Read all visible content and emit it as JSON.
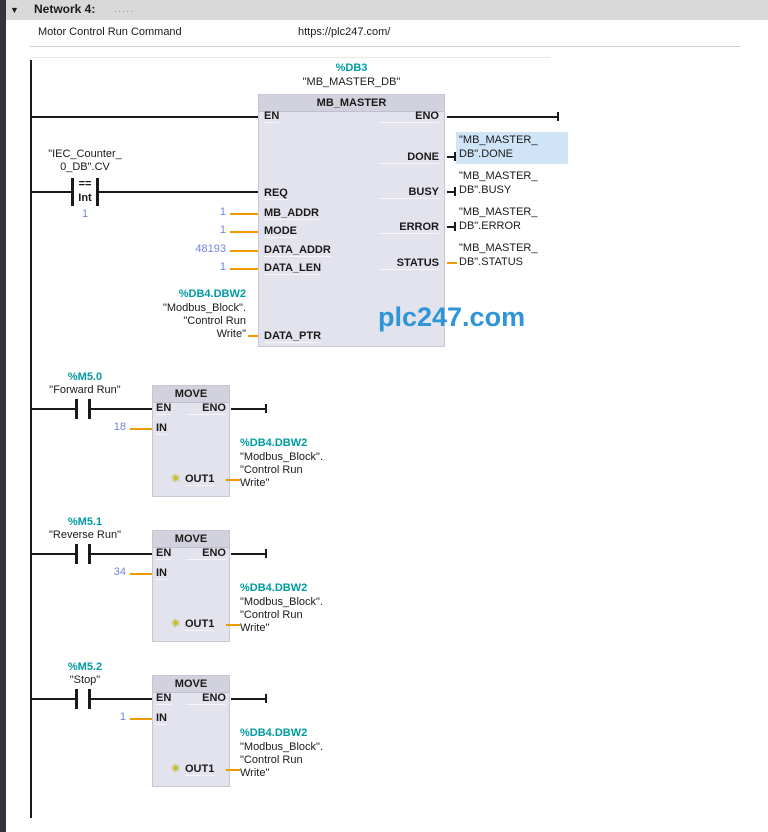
{
  "icons": {
    "collapse": "▼",
    "star": "✳"
  },
  "network": {
    "title": "Network 4:",
    "comment_dots": ".....",
    "comment": "Motor Control Run Command",
    "url": "https://plc247.com/"
  },
  "watermark": "plc247.com",
  "comparator": {
    "operand_line1": "\"IEC_Counter_",
    "operand_line2": "0_DB\".CV",
    "op": "==",
    "type": "Int",
    "value": "1"
  },
  "mb_master": {
    "db_address": "%DB3",
    "db_name": "\"MB_MASTER_DB\"",
    "title": "MB_MASTER",
    "en": "EN",
    "eno": "ENO",
    "req": "REQ",
    "inputs": [
      {
        "name": "MB_ADDR",
        "value": "1"
      },
      {
        "name": "MODE",
        "value": "1"
      },
      {
        "name": "DATA_ADDR",
        "value": "48193"
      },
      {
        "name": "DATA_LEN",
        "value": "1"
      }
    ],
    "data_ptr": {
      "name": "DATA_PTR",
      "operand_line1": "%DB4.DBW2",
      "operand_line2": "\"Modbus_Block\".",
      "operand_line3": "\"Control Run",
      "operand_line4": "Write\""
    },
    "outputs": [
      {
        "name": "DONE",
        "operand_line1": "\"MB_MASTER_",
        "operand_line2": "DB\".DONE"
      },
      {
        "name": "BUSY",
        "operand_line1": "\"MB_MASTER_",
        "operand_line2": "DB\".BUSY"
      },
      {
        "name": "ERROR",
        "operand_line1": "\"MB_MASTER_",
        "operand_line2": "DB\".ERROR"
      },
      {
        "name": "STATUS",
        "operand_line1": "\"MB_MASTER_",
        "operand_line2": "DB\".STATUS"
      }
    ]
  },
  "move_blocks": [
    {
      "contact_address": "%M5.0",
      "contact_name": "\"Forward Run\"",
      "title": "MOVE",
      "en": "EN",
      "eno": "ENO",
      "in_label": "IN",
      "in_value": "18",
      "out_label": "OUT1",
      "out_operand_line1": "%DB4.DBW2",
      "out_operand_line2": "\"Modbus_Block\".",
      "out_operand_line3": "\"Control Run",
      "out_operand_line4": "Write\""
    },
    {
      "contact_address": "%M5.1",
      "contact_name": "\"Reverse Run\"",
      "title": "MOVE",
      "en": "EN",
      "eno": "ENO",
      "in_label": "IN",
      "in_value": "34",
      "out_label": "OUT1",
      "out_operand_line1": "%DB4.DBW2",
      "out_operand_line2": "\"Modbus_Block\".",
      "out_operand_line3": "\"Control Run",
      "out_operand_line4": "Write\""
    },
    {
      "contact_address": "%M5.2",
      "contact_name": "\"Stop\"",
      "title": "MOVE",
      "en": "EN",
      "eno": "ENO",
      "in_label": "IN",
      "in_value": "1",
      "out_label": "OUT1",
      "out_operand_line1": "%DB4.DBW2",
      "out_operand_line2": "\"Modbus_Block\".",
      "out_operand_line3": "\"Control Run",
      "out_operand_line4": "Write\""
    }
  ]
}
